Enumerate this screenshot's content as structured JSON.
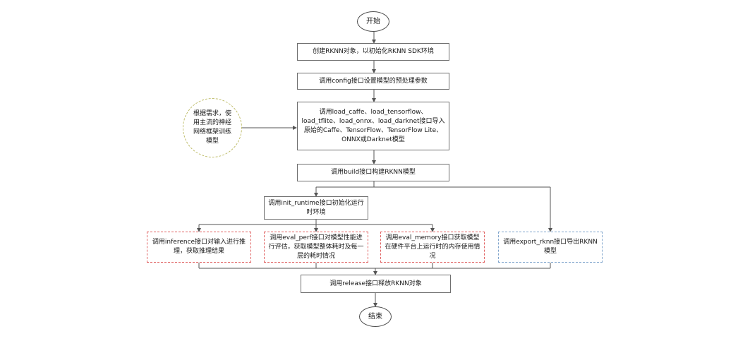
{
  "diagram": {
    "start": "开始",
    "end": "结束",
    "steps": {
      "create_rknn": "创建RKNN对象，以初始化RKNN SDK环境",
      "config": "调用config接口设置模型的预处理参数",
      "load_model": "调用load_caffe、load_tensorflow、load_tflite、load_onnx、load_darknet接口导入原始的Caffe、TensorFlow、TensorFlow Lite、ONNX或Darknet模型",
      "build": "调用build接口构建RKNN模型",
      "init_runtime": "调用init_runtime接口初始化运行时环境",
      "inference": "调用inference接口对输入进行推理，获取推理结果",
      "eval_perf": "调用eval_perf接口对模型性能进行评估，获取模型整体耗时及每一层的耗时情况",
      "eval_memory": "调用eval_memory接口获取模型在硬件平台上运行时的内存使用情况",
      "export_rknn": "调用export_rknn接口导出RKNN模型",
      "release": "调用release接口释放RKNN对象"
    },
    "note": "根据需求，使用主流的神经网络框架训练模型"
  }
}
